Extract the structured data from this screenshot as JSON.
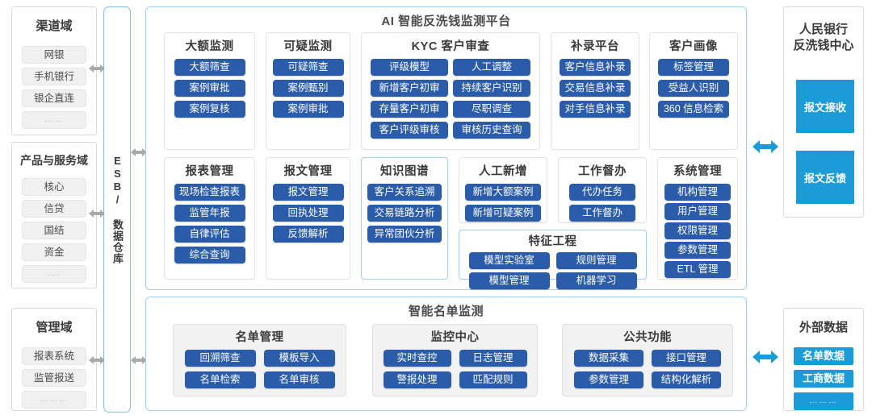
{
  "left_column": {
    "domains": [
      {
        "title": "渠道域",
        "items": [
          "网银",
          "手机银行",
          "银企直连",
          "……"
        ]
      },
      {
        "title": "产品与服务域",
        "items": [
          "核心",
          "信贷",
          "国结",
          "资金",
          "…."
        ]
      },
      {
        "title": "管理域",
        "items": [
          "报表系统",
          "监管报送",
          "………"
        ]
      }
    ]
  },
  "esb": {
    "label": "ESB/ 数据仓库"
  },
  "main": {
    "title": "AI 智能反洗钱监测平台",
    "row1": [
      {
        "title": "大额监测",
        "items": [
          "大额筛查",
          "案例审批",
          "案例复核"
        ]
      },
      {
        "title": "可疑监测",
        "items": [
          "可疑筛查",
          "案例甄别",
          "案例审批"
        ]
      },
      {
        "title": "KYC 客户审查",
        "items": [
          "评级模型",
          "人工调整",
          "新增客户初审",
          "持续客户识别",
          "存量客户初审",
          "尽职调查",
          "客户评级审核",
          "审核历史查询"
        ]
      },
      {
        "title": "补录平台",
        "items": [
          "客户信息补录",
          "交易信息补录",
          "对手信息补录"
        ]
      },
      {
        "title": "客户画像",
        "items": [
          "标签管理",
          "受益人识别",
          "360 信息检索"
        ]
      }
    ],
    "row2": [
      {
        "title": "报表管理",
        "items": [
          "现场检查报表",
          "监管年报",
          "自律评估",
          "综合查询"
        ]
      },
      {
        "title": "报文管理",
        "items": [
          "报文管理",
          "回执处理",
          "反馈解析"
        ]
      },
      {
        "title": "知识图谱",
        "items": [
          "客户关系追溯",
          "交易链路分析",
          "异常团伙分析"
        ],
        "highlight": true
      },
      {
        "title": "人工新增",
        "items": [
          "新增大额案例",
          "新增可疑案例"
        ]
      },
      {
        "title": "工作督办",
        "items": [
          "代办任务",
          "工作督办"
        ]
      },
      {
        "title": "特征工程",
        "items": [
          "模型实验室",
          "规则管理",
          "模型管理",
          "机器学习"
        ],
        "highlight": true
      },
      {
        "title": "系统管理",
        "items": [
          "机构管理",
          "用户管理",
          "权限管理",
          "参数管理",
          "ETL 管理"
        ]
      }
    ],
    "bottom": {
      "title": "智能名单监测",
      "groups": [
        {
          "title": "名单管理",
          "items": [
            "回溯筛查",
            "模板导入",
            "名单检索",
            "名单审核"
          ]
        },
        {
          "title": "监控中心",
          "items": [
            "实时查控",
            "日志管理",
            "警报处理",
            "匹配规则"
          ]
        },
        {
          "title": "公共功能",
          "items": [
            "数据采集",
            "接口管理",
            "参数管理",
            "结构化解析"
          ]
        }
      ]
    }
  },
  "right_column": {
    "pboc": {
      "title_line1": "人民银行",
      "title_line2": "反洗钱中心",
      "tiles": [
        "报文接收",
        "报文反馈"
      ]
    },
    "external": {
      "title": "外部数据",
      "items": [
        "名单数据",
        "工商数据",
        "………"
      ]
    }
  },
  "colors": {
    "chip_blue": "#2a5caa",
    "tile_blue": "#1b9bd8",
    "accent_border": "#9fd0ee",
    "arrow_gray": "#a8a8a8",
    "arrow_blue": "#1b9bd8"
  }
}
